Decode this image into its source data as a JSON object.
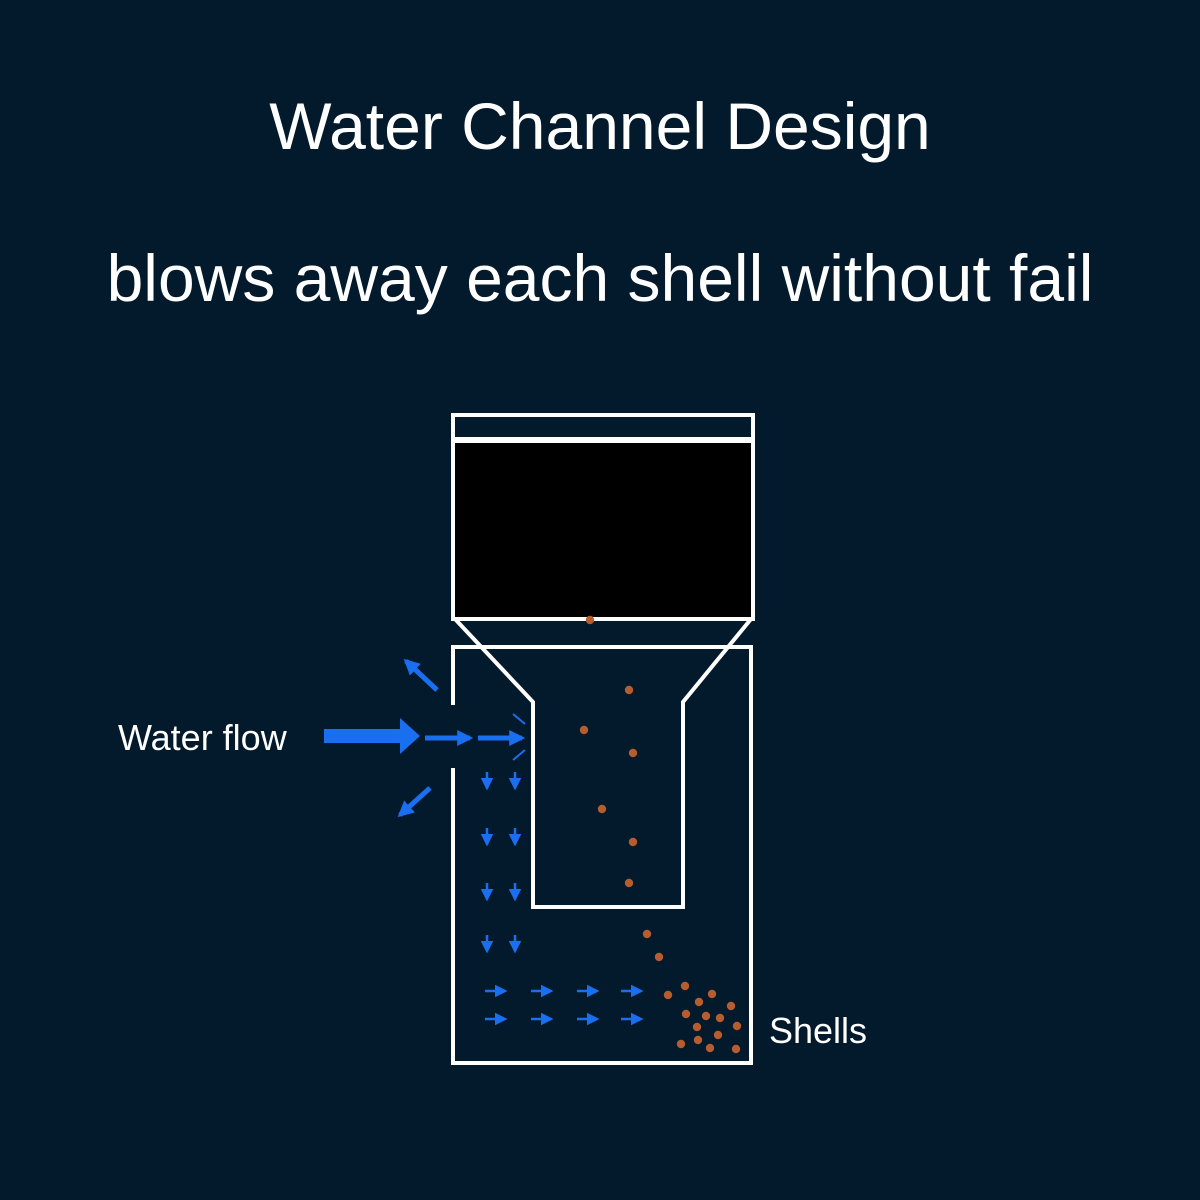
{
  "heading": {
    "title": "Water Channel Design",
    "subtitle": "blows away each shell without fail"
  },
  "diagram": {
    "water_flow_label": "Water flow",
    "shells_label": "Shells"
  },
  "colors": {
    "background": "#021a2c",
    "outline": "#ffffff",
    "water_arrow": "#1a6ff0",
    "shell": "#b65c2e",
    "chamber_fill": "#000000"
  }
}
